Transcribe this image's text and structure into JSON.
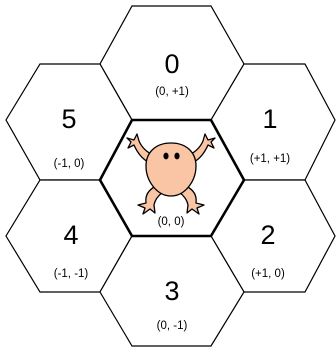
{
  "cells": [
    {
      "id": "0",
      "number": "0",
      "coord": "(0, +1)"
    },
    {
      "id": "1",
      "number": "1",
      "coord": "(+1, +1)"
    },
    {
      "id": "2",
      "number": "2",
      "coord": "(+1, 0)"
    },
    {
      "id": "3",
      "number": "3",
      "coord": "(0, -1)"
    },
    {
      "id": "4",
      "number": "4",
      "coord": "(-1, -1)"
    },
    {
      "id": "5",
      "number": "5",
      "coord": "(-1, 0)"
    },
    {
      "id": "center",
      "number": "",
      "coord": "(0, 0)"
    }
  ],
  "icons": {
    "center": "frog-icon"
  },
  "colors": {
    "hex_stroke": "#000000",
    "hex_fill": "#ffffff",
    "frog_skin": "#f9c5a5"
  }
}
